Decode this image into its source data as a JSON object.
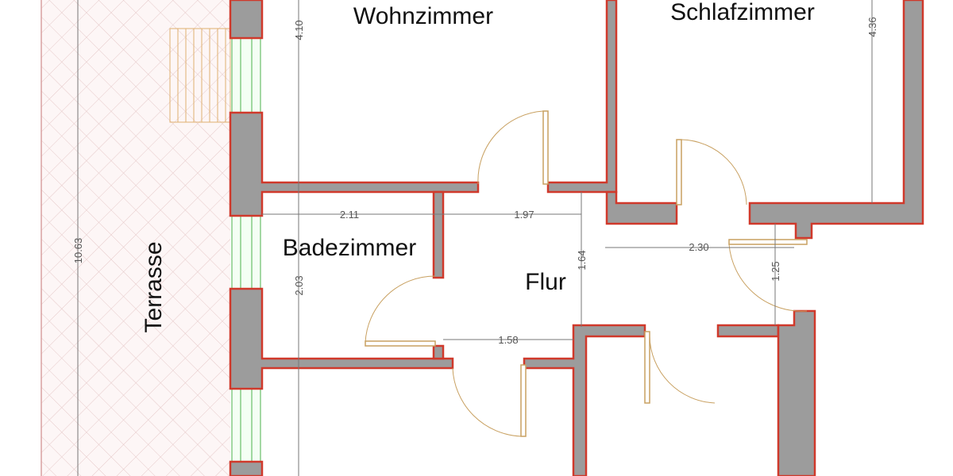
{
  "rooms": {
    "wohnzimmer": "Wohnzimmer",
    "schlafzimmer": "Schlafzimmer",
    "badezimmer": "Badezimmer",
    "flur": "Flur",
    "terrasse": "Terrasse"
  },
  "dimensions": {
    "wohnzimmer_height": "4.10",
    "schlafzimmer_height": "4.36",
    "terrasse_length": "10.63",
    "bad_width": "2.11",
    "flur_width_top": "1.97",
    "flur_height": "1.64",
    "flur_width_right": "2.30",
    "bad_height": "2.03",
    "door_gap": "1.25",
    "flur_width_bottom": "1.58"
  },
  "colors": {
    "wall_fill": "#9c9c9c",
    "wall_outline": "#d0392b",
    "window": "#4cb04c",
    "door": "#c8a060",
    "terrace_hatch": "#e6c9c9",
    "dimension": "#777777"
  }
}
